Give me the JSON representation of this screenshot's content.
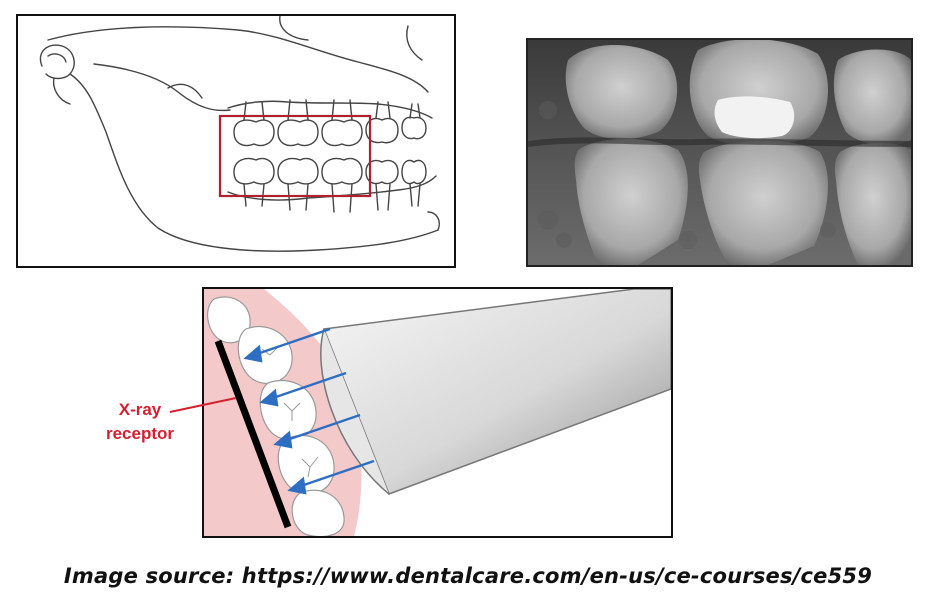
{
  "figure": {
    "panels": {
      "jaw_drawing": {
        "illustration": "mandible-line-drawing",
        "highlight_color": "#b0202e"
      },
      "xray_image": {
        "illustration": "bitewing-radiograph"
      },
      "beam_diagram": {
        "illustration": "bitewing-beam-alignment",
        "arrow_color": "#2e6ec2",
        "gum_color": "#f3c9c9"
      }
    },
    "label": {
      "line1": "X-ray",
      "line2": "receptor",
      "color": "#d42030"
    },
    "caption": "Image source: https://www.dentalcare.com/en-us/ce-courses/ce559"
  }
}
